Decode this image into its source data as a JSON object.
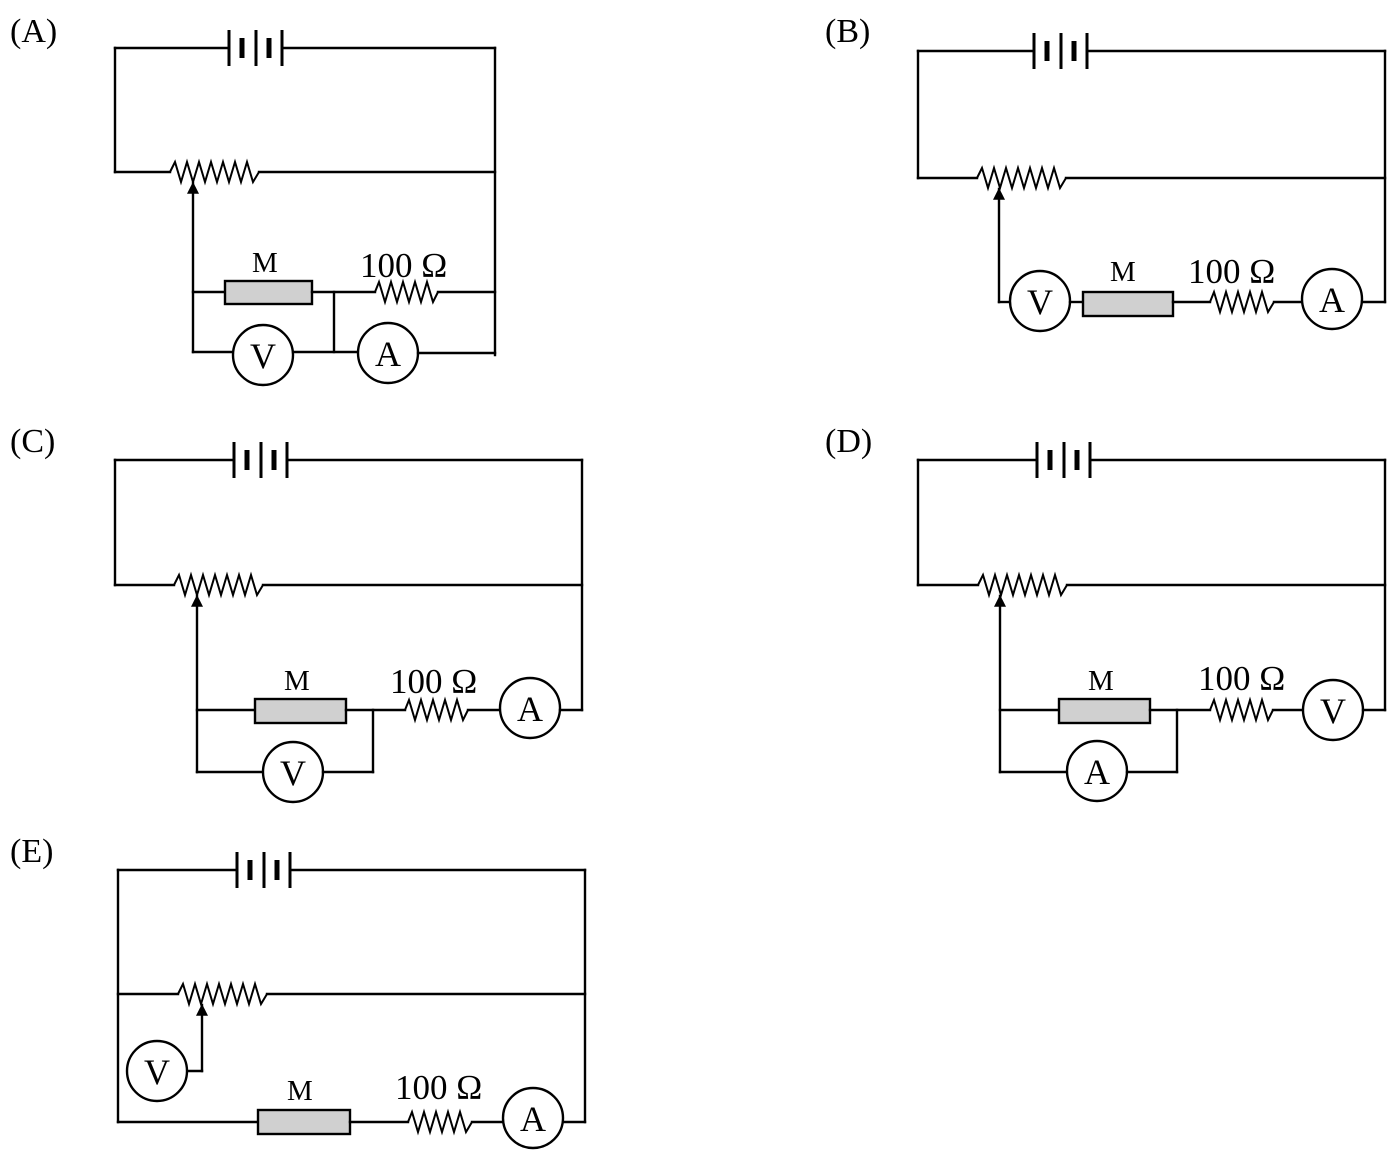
{
  "options": [
    {
      "label": "(A)",
      "voltmeter": "V",
      "ammeter": "A",
      "component": "M",
      "resistor": "100 Ω"
    },
    {
      "label": "(B)",
      "voltmeter": "V",
      "ammeter": "A",
      "component": "M",
      "resistor": "100 Ω"
    },
    {
      "label": "(C)",
      "voltmeter": "V",
      "ammeter": "A",
      "component": "M",
      "resistor": "100 Ω"
    },
    {
      "label": "(D)",
      "voltmeter": "V",
      "ammeter": "A",
      "component": "M",
      "resistor": "100 Ω"
    },
    {
      "label": "(E)",
      "voltmeter": "V",
      "ammeter": "A",
      "component": "M",
      "resistor": "100 Ω"
    }
  ]
}
